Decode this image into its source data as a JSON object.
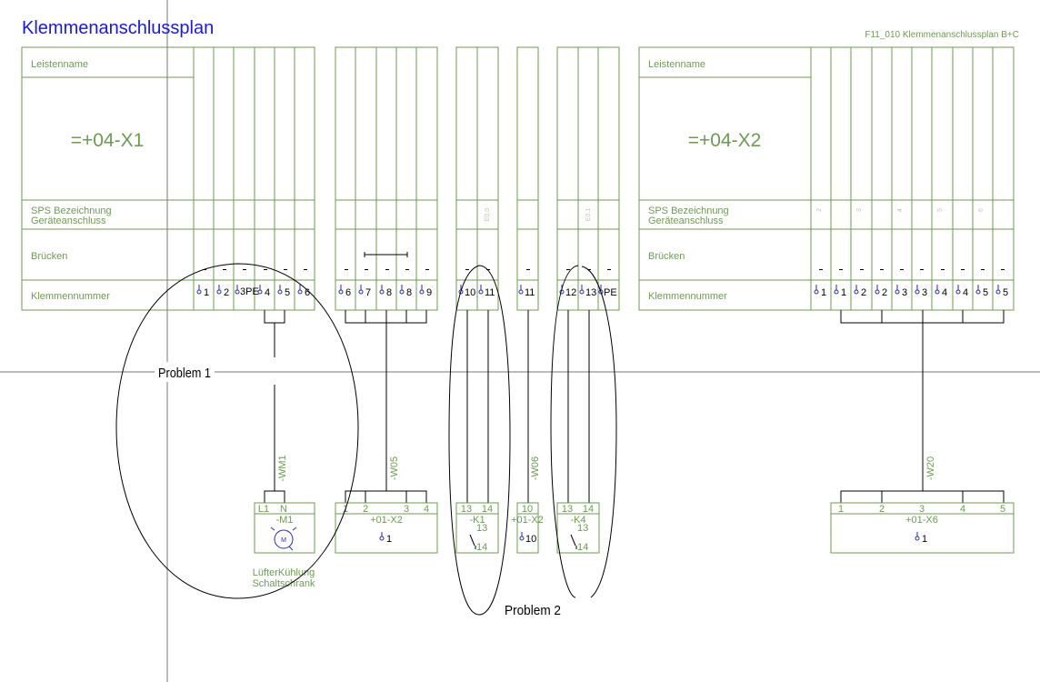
{
  "header": {
    "title": "Klemmenanschlussplan",
    "page_ref": "F11_010 Klemmenanschlussplan B+C"
  },
  "strips": [
    {
      "labels": {
        "leistenname": "Leistenname",
        "sps": "SPS Bezeichnung",
        "geraet": "Geräteanschluss",
        "bruecken": "Brücken",
        "klemmennummer": "Klemmennummer"
      },
      "name": "=+04-X1"
    },
    {
      "labels": {
        "leistenname": "Leistenname",
        "sps": "SPS Bezeichnung",
        "geraet": "Geräteanschluss",
        "bruecken": "Brücken",
        "klemmennummer": "Klemmennummer"
      },
      "name": "=+04-X2"
    }
  ],
  "x1_terminals": [
    "1",
    "2",
    "3PE",
    "4",
    "5",
    "6"
  ],
  "g2_terminals": [
    "6",
    "7",
    "8",
    "8",
    "9"
  ],
  "g3_terminals": [
    "10",
    "11"
  ],
  "g4_terminals": [
    "11"
  ],
  "g5_terminals": [
    "12",
    "13",
    "PE"
  ],
  "x2_terminals": [
    "1",
    "1",
    "2",
    "2",
    "3",
    "3",
    "4",
    "4",
    "5",
    "5"
  ],
  "sps_values": {
    "g3": "E0.0",
    "g5": "E0.1"
  },
  "x2_sps": [
    "2",
    "3",
    "4",
    "5",
    "6"
  ],
  "cables": [
    "-WM1",
    "-W05",
    "-W06",
    "-W20"
  ],
  "devices": {
    "m1": {
      "pins": [
        "L1",
        "N"
      ],
      "name": "-M1",
      "desc1": "LüfterKühlung",
      "desc2": "Schaltschrank"
    },
    "x2a": {
      "pins": [
        "1",
        "2",
        "3",
        "4"
      ],
      "name": "+01-X2",
      "term": "1"
    },
    "k1": {
      "pins": [
        "13",
        "14"
      ],
      "name": "-K1"
    },
    "x2b": {
      "pins": [
        "10"
      ],
      "name": "+01-X2",
      "term": "10"
    },
    "k4": {
      "pins": [
        "13",
        "14"
      ],
      "name": "-K4"
    },
    "x6": {
      "pins": [
        "1",
        "2",
        "3",
        "4",
        "5"
      ],
      "name": "+01-X6",
      "term": "1"
    }
  },
  "contact_labels": {
    "top": "13",
    "bottom": "14"
  },
  "problems": [
    "Problem 1",
    "Problem 2"
  ]
}
